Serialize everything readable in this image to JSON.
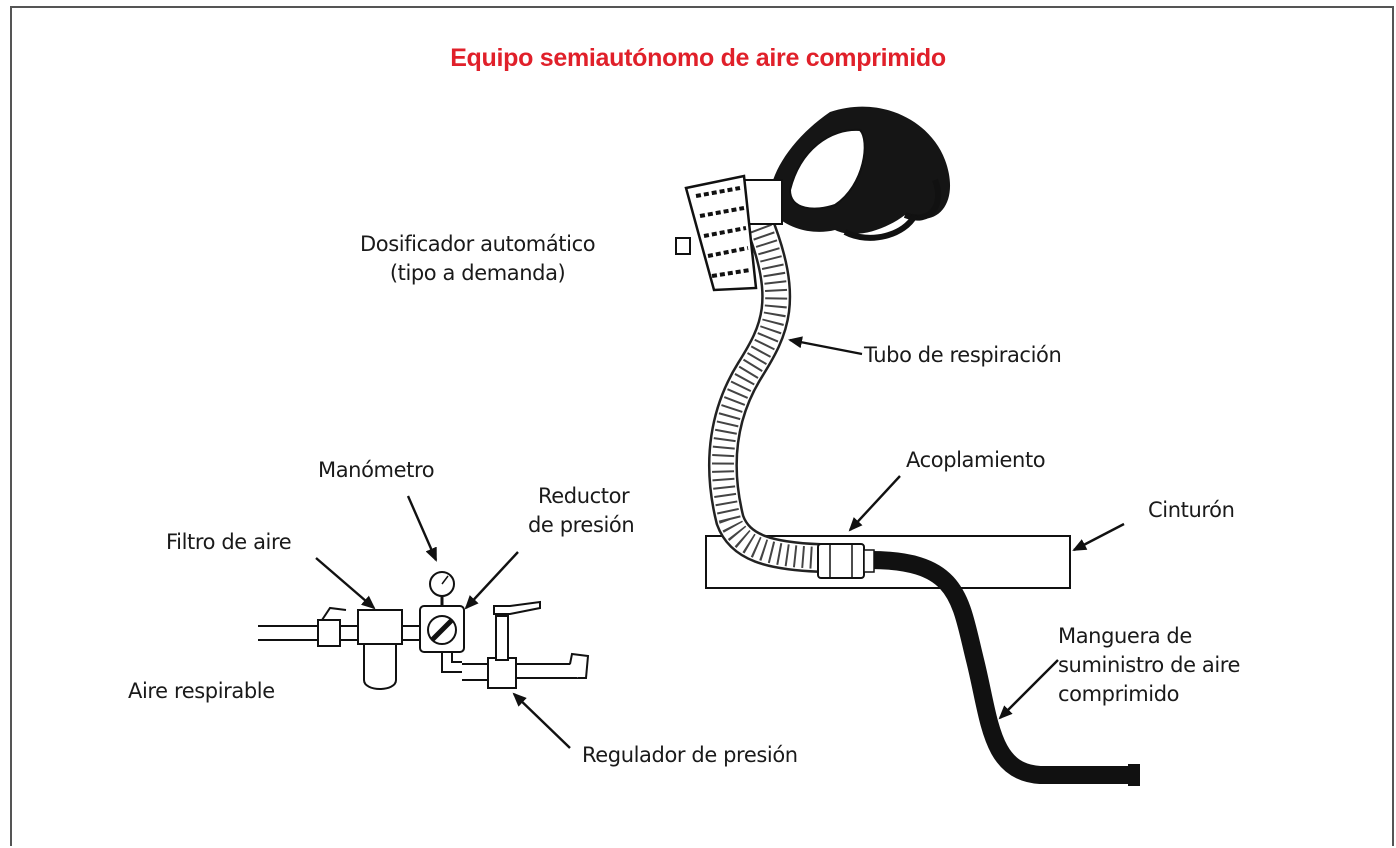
{
  "title": "Equipo semiautónomo de aire comprimido",
  "labels": {
    "dosificador": [
      "Dosificador automático",
      "(tipo a demanda)"
    ],
    "tubo": "Tubo de respiración",
    "acoplamiento": "Acoplamiento",
    "cinturon": "Cinturón",
    "manguera": [
      "Manguera de",
      "suministro de aire",
      "comprimido"
    ],
    "manometro": "Manómetro",
    "reductor": [
      "Reductor",
      "de presión"
    ],
    "filtro": "Filtro de aire",
    "aire": "Aire respirable",
    "regulador": "Regulador de presión"
  }
}
